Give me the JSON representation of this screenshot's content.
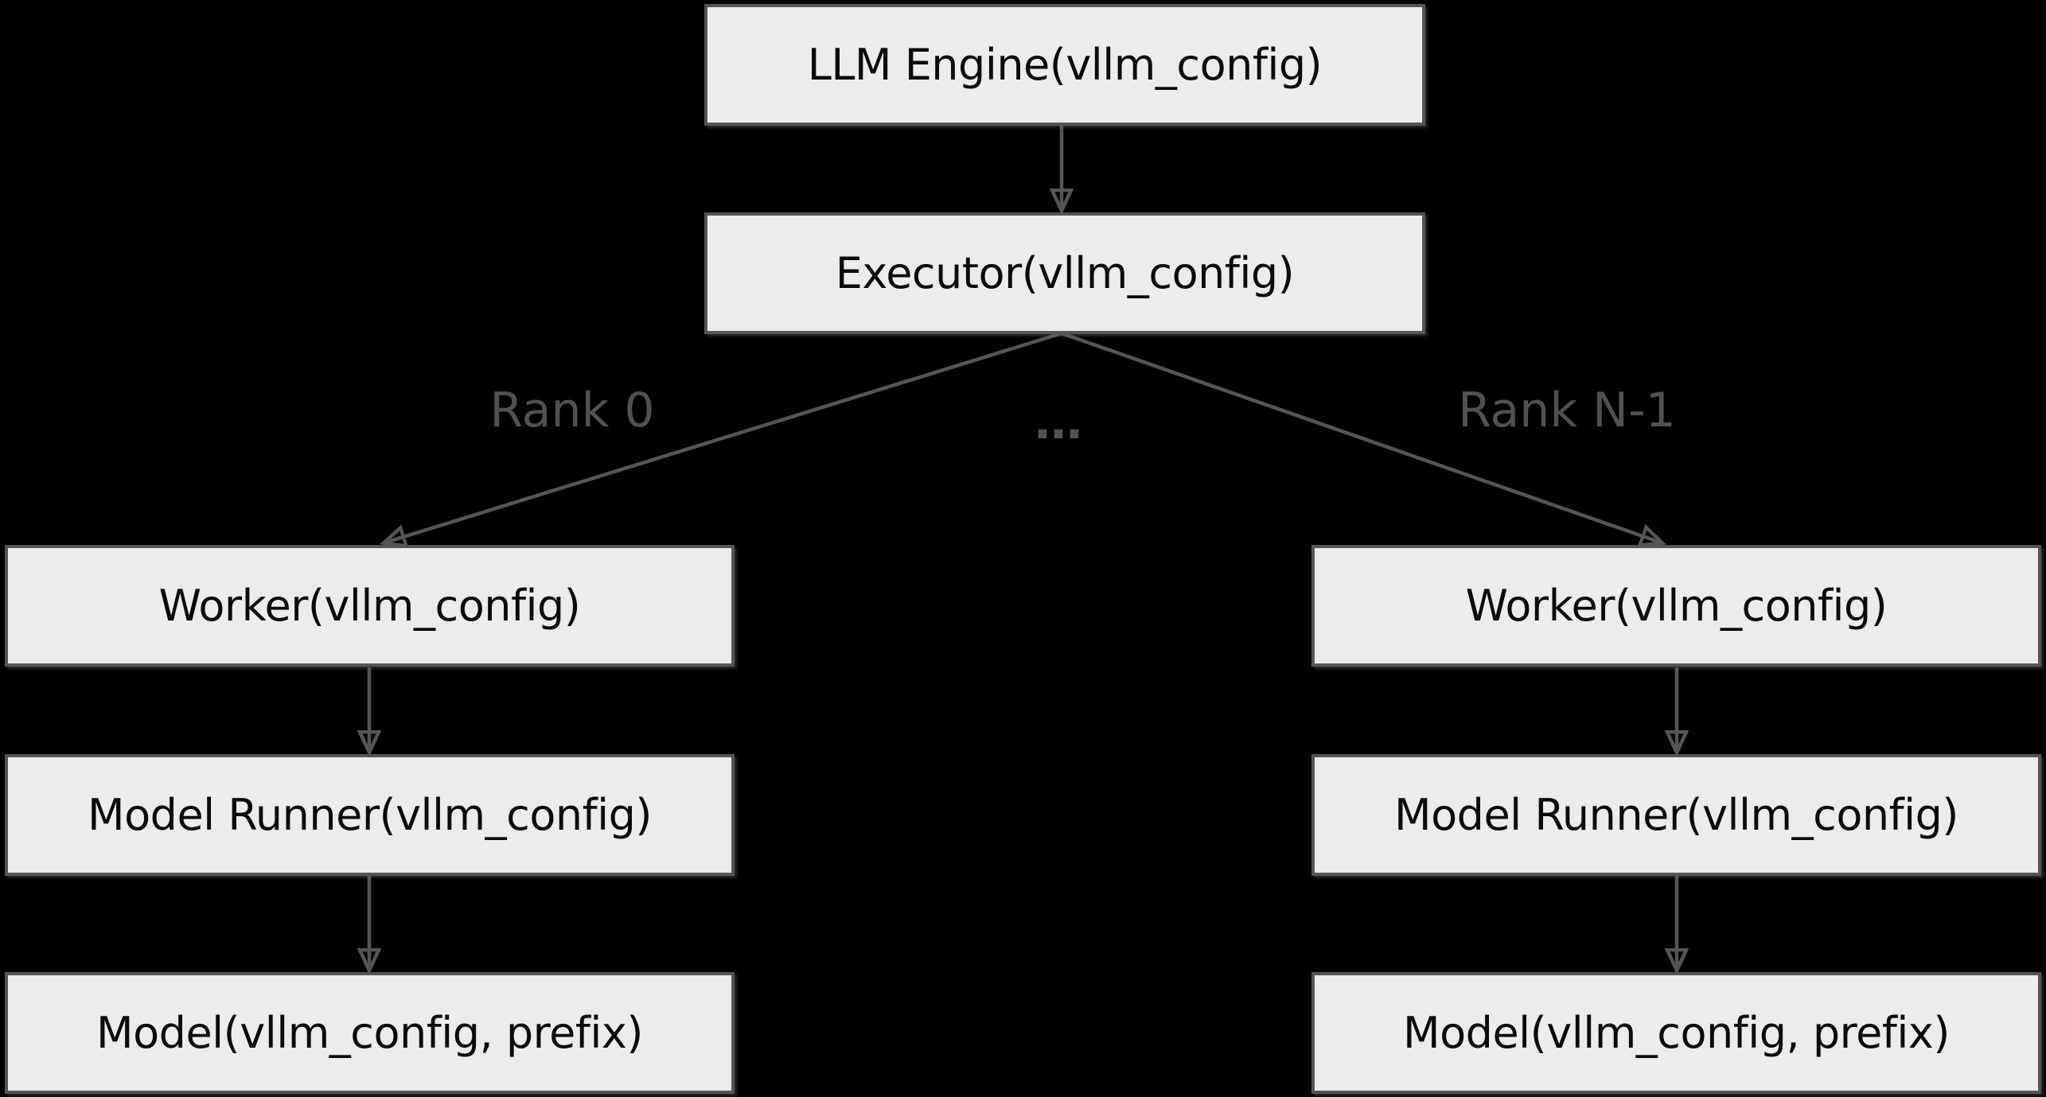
{
  "diagram": {
    "colors": {
      "background": "#000000",
      "node_fill": "#ececec",
      "node_border": "#555555",
      "node_text": "#0b0b0b",
      "edge": "#555555",
      "edge_label": "#515151"
    },
    "nodes": {
      "llm_engine": {
        "label": "LLM Engine(vllm_config)"
      },
      "executor": {
        "label": "Executor(vllm_config)"
      },
      "worker_0": {
        "label": "Worker(vllm_config)"
      },
      "model_runner_0": {
        "label": "Model Runner(vllm_config)"
      },
      "model_0": {
        "label": "Model(vllm_config, prefix)"
      },
      "worker_n": {
        "label": "Worker(vllm_config)"
      },
      "model_runner_n": {
        "label": "Model Runner(vllm_config)"
      },
      "model_n": {
        "label": "Model(vllm_config, prefix)"
      }
    },
    "edge_labels": {
      "rank_0": "Rank 0",
      "ellipsis": "…",
      "rank_n": "Rank N-1"
    }
  }
}
